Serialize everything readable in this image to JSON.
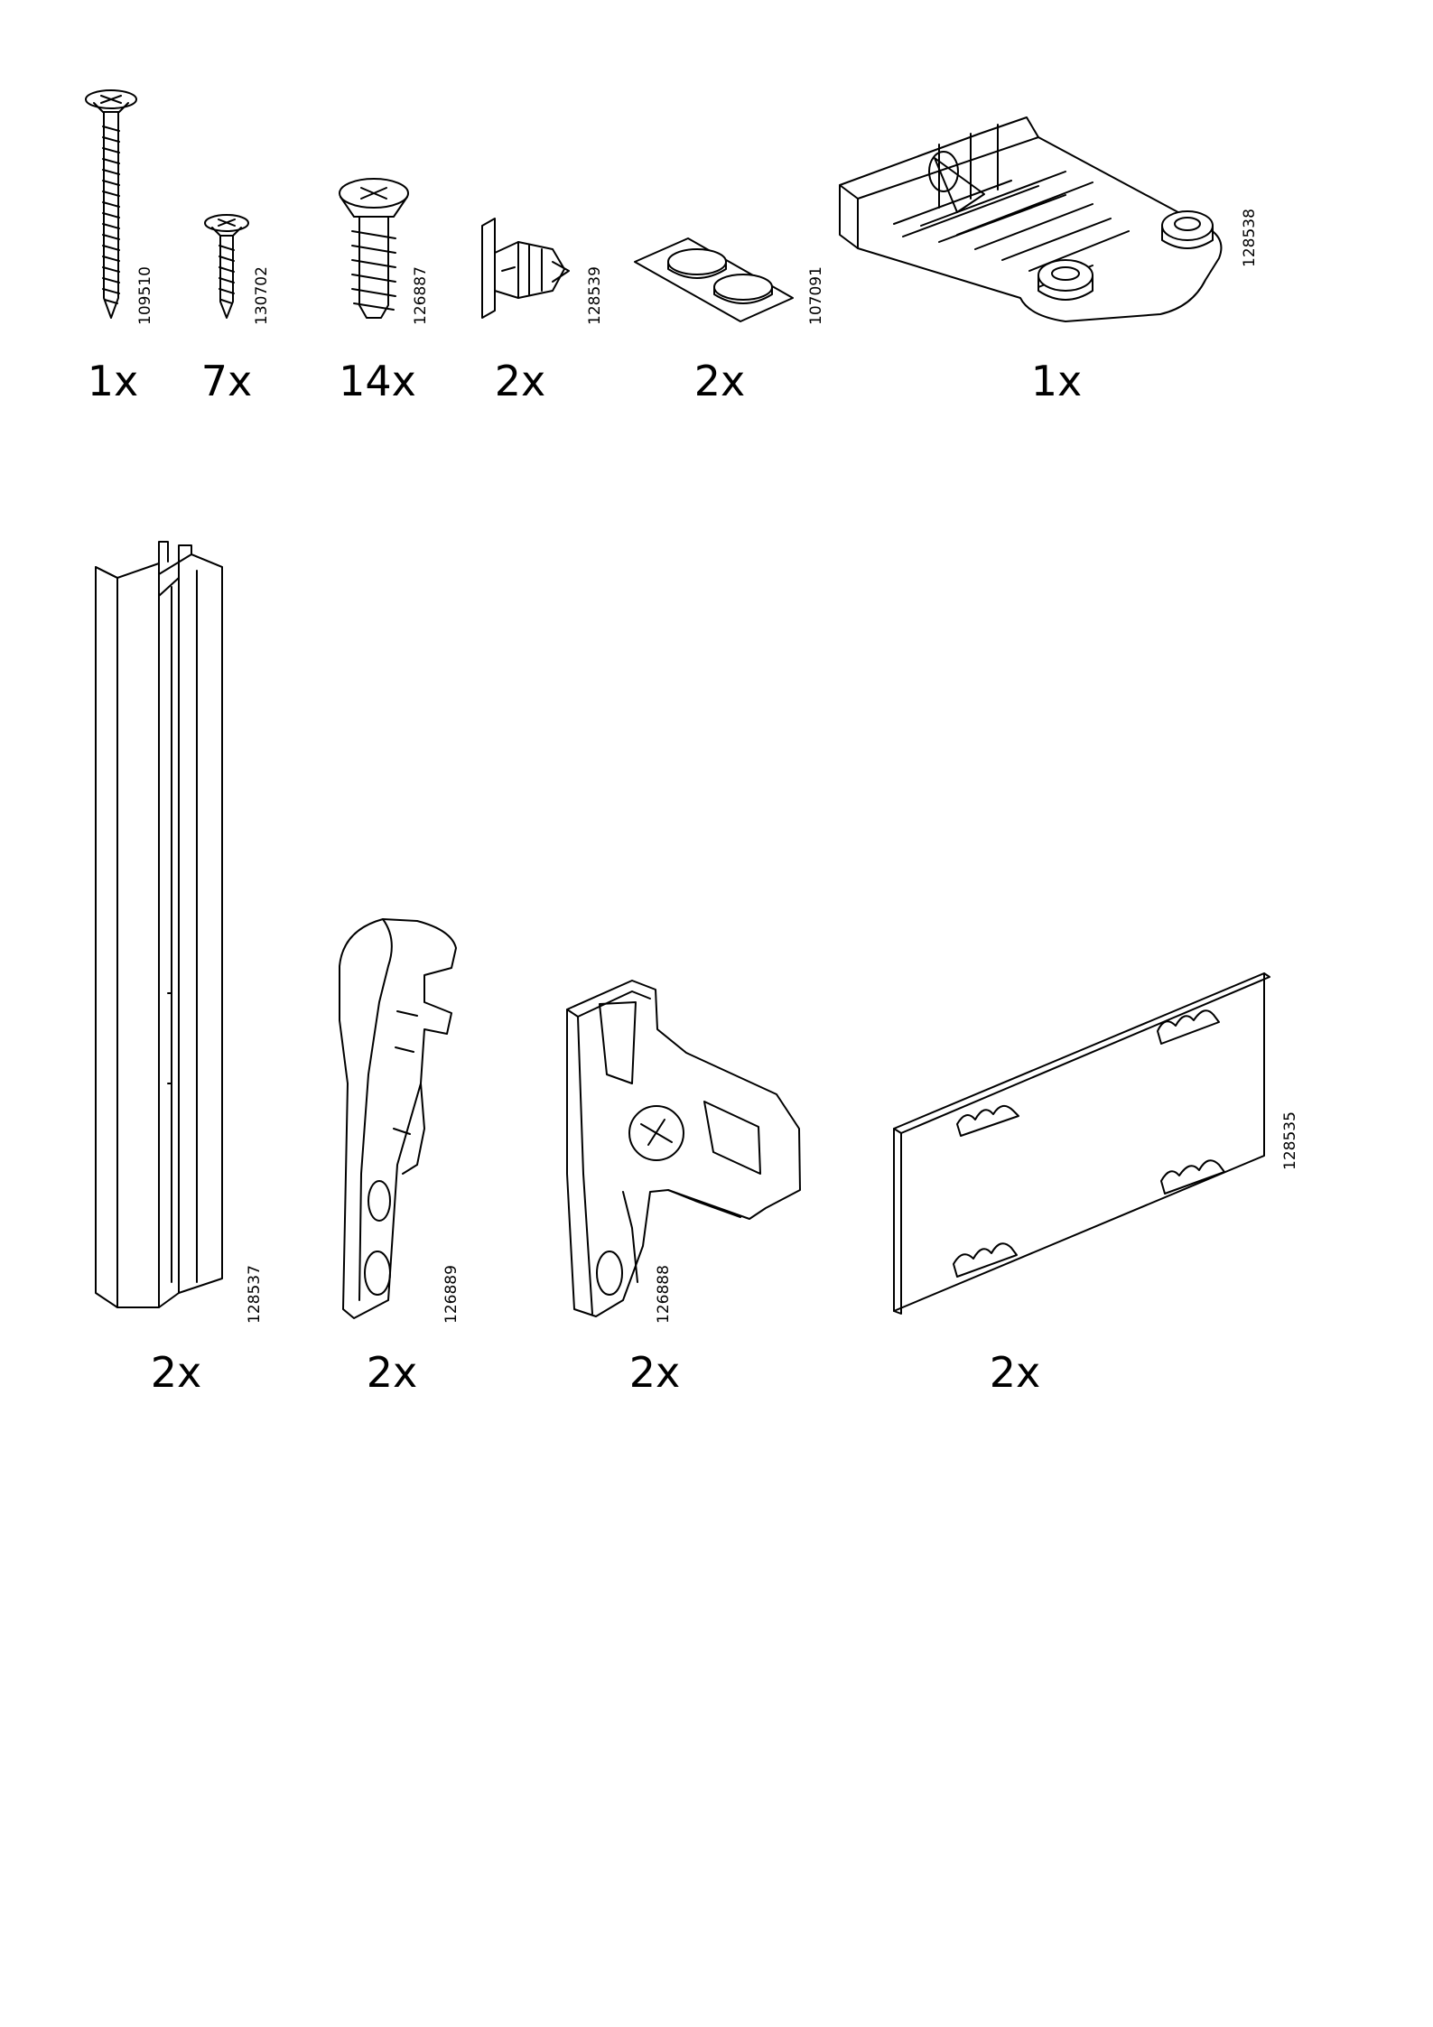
{
  "parts": [
    {
      "part_number": "109510",
      "quantity": "1x",
      "icon": "long-wood-screw"
    },
    {
      "part_number": "130702",
      "quantity": "7x",
      "icon": "short-wood-screw"
    },
    {
      "part_number": "126887",
      "quantity": "14x",
      "icon": "euro-screw"
    },
    {
      "part_number": "128539",
      "quantity": "2x",
      "icon": "wall-plug-bracket"
    },
    {
      "part_number": "107091",
      "quantity": "2x",
      "icon": "felt-pads"
    },
    {
      "part_number": "128538",
      "quantity": "1x",
      "icon": "drawer-runner-tray"
    },
    {
      "part_number": "128537",
      "quantity": "2x",
      "icon": "long-rail"
    },
    {
      "part_number": "126889",
      "quantity": "2x",
      "icon": "rail-clip"
    },
    {
      "part_number": "126888",
      "quantity": "2x",
      "icon": "hinge-bracket"
    },
    {
      "part_number": "128535",
      "quantity": "2x",
      "icon": "mounting-plate"
    }
  ]
}
